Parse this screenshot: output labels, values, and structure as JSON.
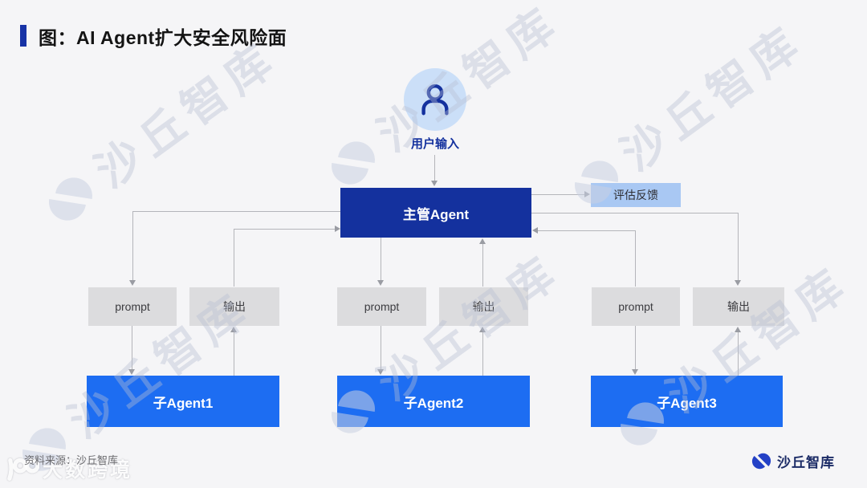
{
  "title": {
    "text": "图：AI Agent扩大安全风险面"
  },
  "diagram": {
    "user_input": {
      "label": "用户输入"
    },
    "supervisor": {
      "label": "主管Agent"
    },
    "feedback": {
      "label": "评估反馈"
    },
    "groups": [
      {
        "prompt": "prompt",
        "output": "输出",
        "agent": "子Agent1"
      },
      {
        "prompt": "prompt",
        "output": "输出",
        "agent": "子Agent2"
      },
      {
        "prompt": "prompt",
        "output": "输出",
        "agent": "子Agent3"
      }
    ]
  },
  "watermarks": {
    "brand": "沙丘智库",
    "secondary": "大数跨境"
  },
  "footer": {
    "source": "资料来源：沙丘智库",
    "logo_text": "沙丘智库"
  },
  "colors": {
    "background": "#F5F5F7",
    "accent_navy": "#14319E",
    "title_bar": "#1733A6",
    "sub_agent_blue": "#1D6DF2",
    "feedback_blue": "#A9C8F3",
    "box_gray": "#DCDCDE",
    "arrow_gray": "#9A9CA3",
    "watermark_gray": "#C5CCDF",
    "logo_blue": "#2441C6"
  }
}
